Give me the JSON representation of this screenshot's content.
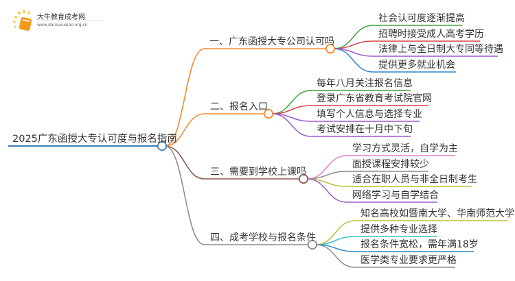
{
  "logo": {
    "title": "大牛教育成考网",
    "url": "www.daniuxueiao.org.cn",
    "icon": "book-icon"
  },
  "mindmap": {
    "root": {
      "label": "2025广东函授大专认可度与报名指南",
      "color": "#3a7ebf"
    },
    "branches": [
      {
        "label": "一、广东函授大专公司认可吗",
        "color": "#f5882a",
        "children": [
          {
            "label": "社会认可度逐渐提高",
            "color": "#3aa33a"
          },
          {
            "label": "招聘时接受成人高考学历",
            "color": "#d9434a"
          },
          {
            "label": "法律上与全日制大专同等待遇",
            "color": "#9b59c9"
          },
          {
            "label": "提供更多就业机会",
            "color": "#2f86c9"
          }
        ]
      },
      {
        "label": "二、报名入口",
        "color": "#f5882a",
        "children": [
          {
            "label": "每年八月关注报名信息",
            "color": "#3aa33a"
          },
          {
            "label": "登录广东省教育考试院官网",
            "color": "#d9434a"
          },
          {
            "label": "填写个人信息与选择专业",
            "color": "#9b59c9"
          },
          {
            "label": "考试安排在十月中下旬",
            "color": "#9b59c9"
          }
        ]
      },
      {
        "label": "三、需要到学校上课吗",
        "color": "#8b5a4a",
        "children": [
          {
            "label": "学习方式灵活，自学为主",
            "color": "#e47cc9"
          },
          {
            "label": "面授课程安排较少",
            "color": "#8c8c8c"
          },
          {
            "label": "适合在职人员与非全日制考生",
            "color": "#bfbf3a"
          },
          {
            "label": "网络学习与自学结合",
            "color": "#9b59c9"
          }
        ]
      },
      {
        "label": "四、成考学校与报名条件",
        "color": "#8c8c8c",
        "children": [
          {
            "label": "知名高校如暨南大学、华南师范大学",
            "color": "#bfbf3a"
          },
          {
            "label": "提供多种专业选择",
            "color": "#3ac1d4"
          },
          {
            "label": "报名条件宽松，需年满18岁",
            "color": "#2f86c9"
          },
          {
            "label": "医学类专业要求更严格",
            "color": "#8c8c8c"
          }
        ]
      }
    ]
  }
}
